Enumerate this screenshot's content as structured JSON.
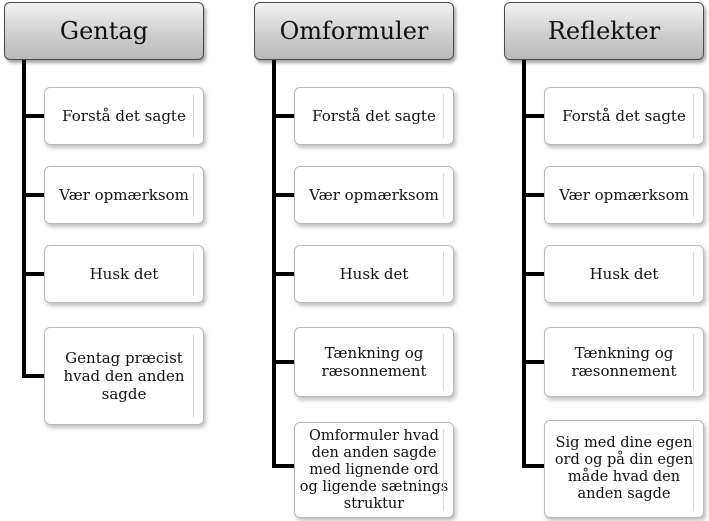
{
  "columns": [
    {
      "header": "Gentag",
      "items": [
        "Forstå det sagte",
        "Vær opmærksom",
        "Husk det",
        "Gentag præcist hvad den anden sagde"
      ]
    },
    {
      "header": "Omformuler",
      "items": [
        "Forstå det sagte",
        "Vær opmærksom",
        "Husk det",
        "Tænkning og ræsonnement",
        "Omformuler hvad den anden sagde med lignende ord og ligende sætnings struktur"
      ]
    },
    {
      "header": "Reflekter",
      "items": [
        "Forstå det sagte",
        "Vær opmærksom",
        "Husk det",
        "Tænkning og ræsonnement",
        "Sig med dine egen ord og på din egen måde hvad den anden sagde"
      ]
    }
  ]
}
